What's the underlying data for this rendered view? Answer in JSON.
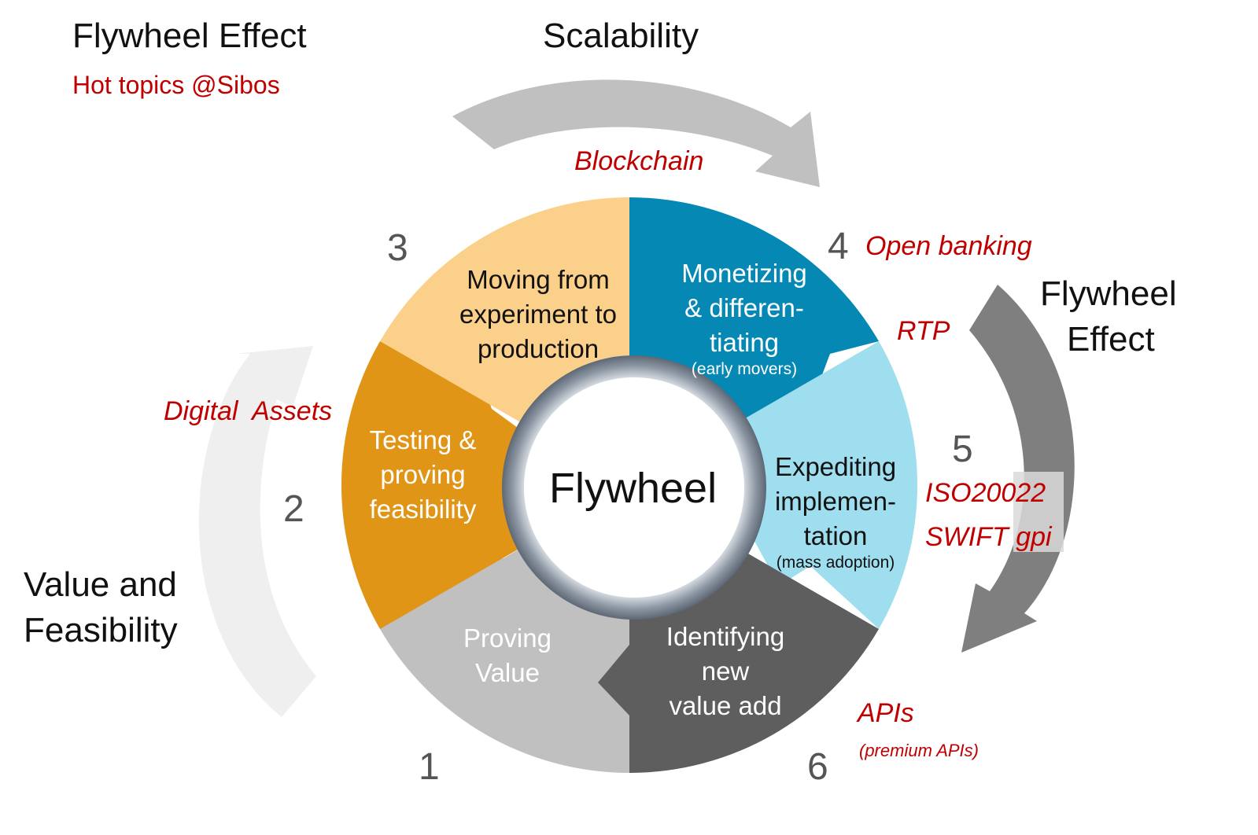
{
  "header": {
    "title": "Flywheel Effect",
    "subtitle": "Hot topics @Sibos"
  },
  "side_labels": {
    "top": "Scalability",
    "left_line1": "Value and",
    "left_line2": "Feasibility",
    "right_line1": "Flywheel",
    "right_line2": "Effect"
  },
  "center": {
    "label": "Flywheel"
  },
  "segments": [
    {
      "number": "1",
      "line1": "Proving",
      "line2": "Value"
    },
    {
      "number": "2",
      "line1": "Testing &",
      "line2": "proving",
      "line3": "feasibility"
    },
    {
      "number": "3",
      "line1": "Moving from",
      "line2": "experiment to",
      "line3": "production"
    },
    {
      "number": "4",
      "line1": "Monetizing",
      "line2": "& differen-",
      "line3": "tiating",
      "note": "(early movers)"
    },
    {
      "number": "5",
      "line1": "Expediting",
      "line2": "implemen-",
      "line3": "tation",
      "note": "(mass adoption)"
    },
    {
      "number": "6",
      "line1": "Identifying",
      "line2": "new",
      "line3": "value add"
    }
  ],
  "hot_topics": {
    "blockchain": "Blockchain",
    "open_banking": "Open banking",
    "rtp": "RTP",
    "digital_assets": "Digital  Assets",
    "iso20022": "ISO20022",
    "swift_gpi": "SWIFT gpi",
    "apis": "APIs",
    "premium_apis": "(premium APIs)"
  },
  "colors": {
    "seg1": "#c0c0c0",
    "seg2": "#e09516",
    "seg3": "#fbd08a",
    "seg4": "#0588b4",
    "seg5": "#9fdeee",
    "seg6": "#5e5e5e",
    "accent_red": "#c00000",
    "arrow_top": "#c0c0c0",
    "arrow_left": "#efefef",
    "arrow_right": "#7f7f7f"
  }
}
